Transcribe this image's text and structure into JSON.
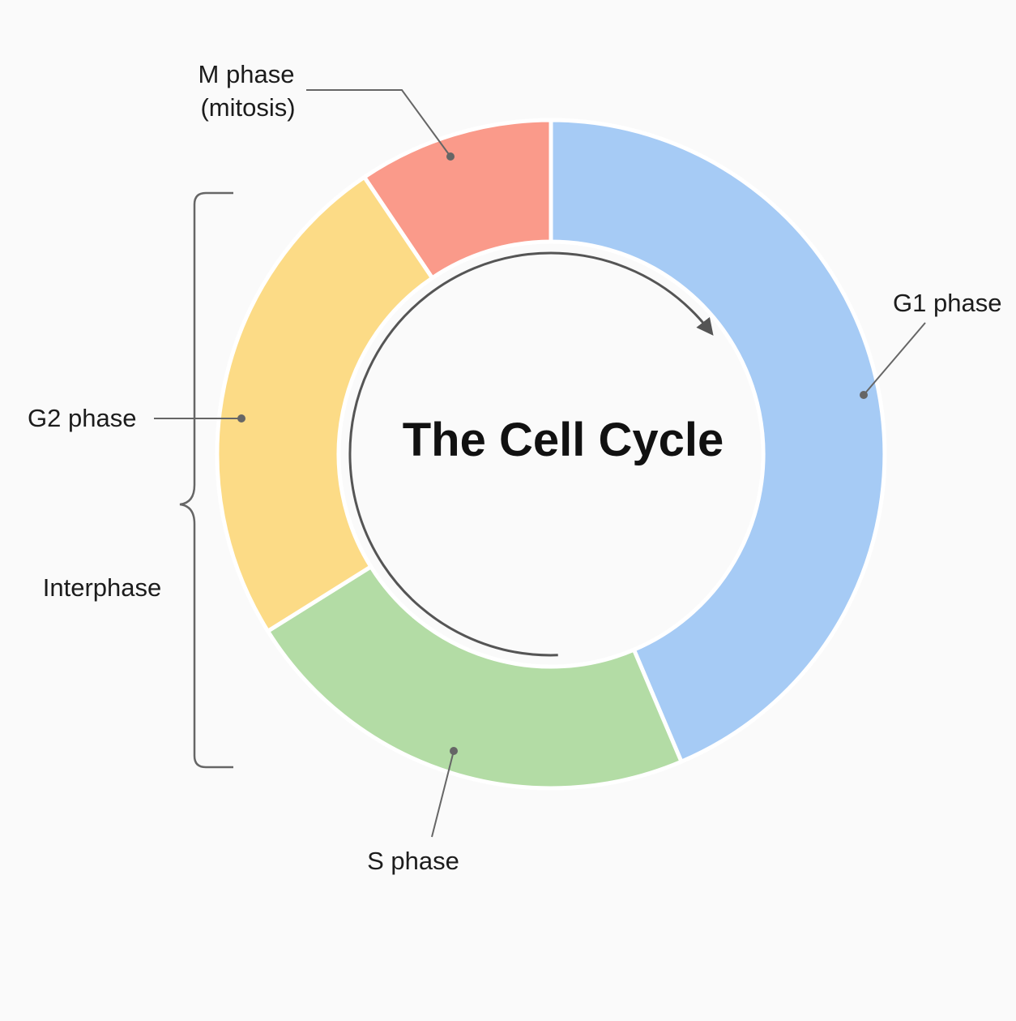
{
  "diagram": {
    "title": "The Cell Cycle",
    "colors": {
      "g1": "#a6cbf5",
      "s": "#b3dca5",
      "g2": "#fcdb86",
      "m": "#fa9a8a",
      "leader": "#666666",
      "arrow": "#555555"
    },
    "phases": [
      {
        "id": "m",
        "label_line1": "M phase",
        "label_line2": "(mitosis)"
      },
      {
        "id": "g1",
        "label": "G1 phase"
      },
      {
        "id": "s",
        "label": "S phase"
      },
      {
        "id": "g2",
        "label": "G2 phase"
      }
    ],
    "bracket_label": "Interphase"
  }
}
